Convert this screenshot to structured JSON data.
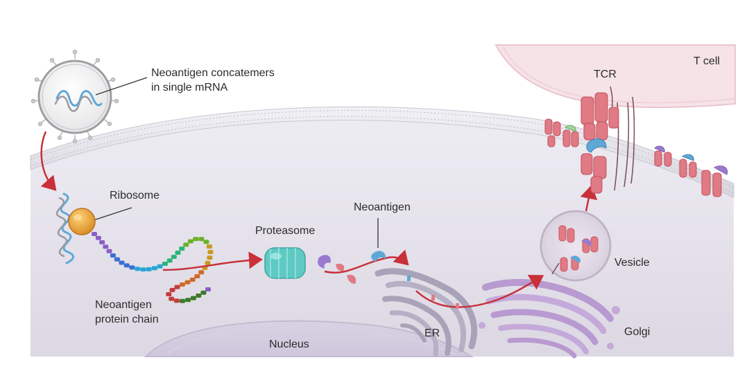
{
  "labels": {
    "mrna_line1": "Neoantigen concatemers",
    "mrna_line2": "in single mRNA",
    "ribosome": "Ribosome",
    "protein_line1": "Neoantigen",
    "protein_line2": "protein chain",
    "proteasome": "Proteasome",
    "neoantigen": "Neoantigen",
    "t_cell": "T cell",
    "tcr": "TCR",
    "vesicle": "Vesicle",
    "er": "ER",
    "golgi": "Golgi",
    "nucleus": "Nucleus"
  },
  "colors": {
    "arrow": "#c9303a",
    "cell_interior": "#e7e4ee",
    "t_cell": "#f6e3e7",
    "mhc_protein": "#e07a84",
    "proteasome": "#5fc9c4",
    "ribosome": "#e8a23a",
    "golgi": "#b89ad0",
    "er": "#a8a3b8",
    "neoantigen": "#5ea8d8"
  },
  "icons": [
    "lipid-nanoparticle-icon",
    "mrna-strand-icon",
    "ribosome-icon",
    "protein-chain-icon",
    "proteasome-icon",
    "peptide-fragment-icon",
    "endoplasmic-reticulum-icon",
    "golgi-apparatus-icon",
    "vesicle-icon",
    "mhc-complex-icon",
    "t-cell-receptor-icon",
    "nucleus-icon",
    "flow-arrow-icon"
  ]
}
